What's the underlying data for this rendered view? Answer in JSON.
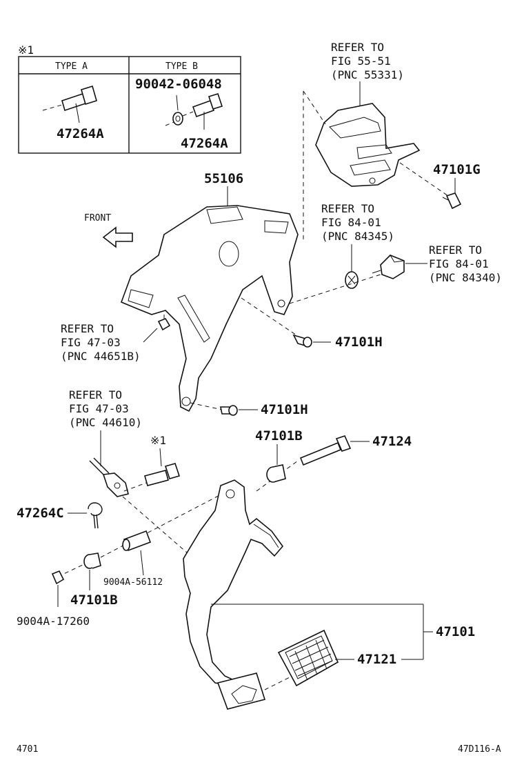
{
  "inset": {
    "note_mark": "※1",
    "type_a_header": "TYPE A",
    "type_b_header": "TYPE B",
    "type_a_part": "47264A",
    "type_b_washer": "90042-06048",
    "type_b_part": "47264A"
  },
  "front_label": "FRONT",
  "refs": {
    "fig_55_51": [
      "REFER TO",
      "FIG 55-51",
      "(PNC 55331)"
    ],
    "fig_84_01_a": [
      "REFER TO",
      "FIG 84-01",
      "(PNC 84345)"
    ],
    "fig_84_01_b": [
      "REFER TO",
      "FIG 84-01",
      "(PNC 84340)"
    ],
    "fig_47_03_a": [
      "REFER TO",
      "FIG 47-03",
      "(PNC 44651B)"
    ],
    "fig_47_03_b": [
      "REFER TO",
      "FIG 47-03",
      "(PNC 44610)"
    ]
  },
  "parts": {
    "p55106": "55106",
    "p47101G": "47101G",
    "p47101H_a": "47101H",
    "p47101H_b": "47101H",
    "p47101B_a": "47101B",
    "p47124": "47124",
    "note_mark_2": "※1",
    "p47264C": "47264C",
    "p9004A_56112": "9004A-56112",
    "p47101B_b": "47101B",
    "p9004A_17260": "9004A-17260",
    "p47101": "47101",
    "p47121": "47121"
  },
  "footer": {
    "page_code": "4701",
    "drawing_id": "47D116-A"
  }
}
